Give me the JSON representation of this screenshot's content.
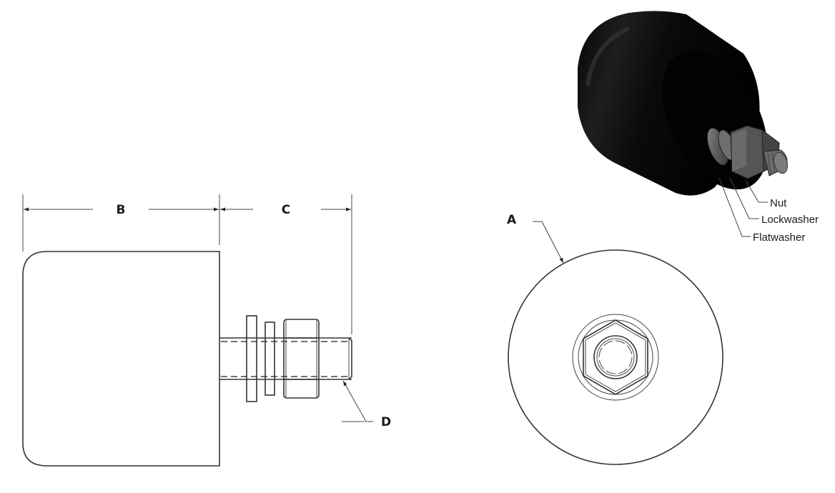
{
  "drawing": {
    "dimensions": {
      "A": "A",
      "B": "B",
      "C": "C",
      "D": "D"
    },
    "callouts": {
      "nut": "Nut",
      "lockwasher": "Lockwasher",
      "flatwasher": "Flatwasher"
    },
    "views": [
      "side-view",
      "front-view",
      "isometric-view"
    ],
    "colors": {
      "line": "#333333",
      "roller_body": "#0d0d0d",
      "hardware": "#5a5a5a",
      "background": "#ffffff"
    }
  }
}
